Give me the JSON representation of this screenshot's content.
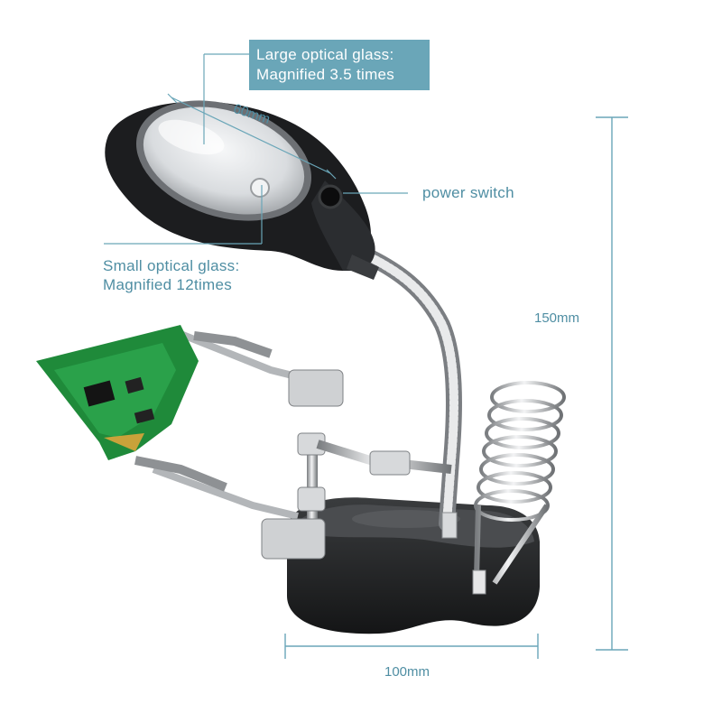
{
  "callouts": {
    "large_glass": {
      "line1": "Large optical glass:",
      "line2": "Magnified 3.5 times"
    },
    "small_glass": {
      "line1": "Small optical glass:",
      "line2": "Magnified 12times"
    },
    "power_switch": "power switch"
  },
  "dimensions": {
    "lens_diameter": "60mm",
    "height": "150mm",
    "base_width": "100mm"
  },
  "colors": {
    "accent": "#6aa6b8",
    "label_text": "#4f8ea3",
    "background": "#ffffff"
  }
}
